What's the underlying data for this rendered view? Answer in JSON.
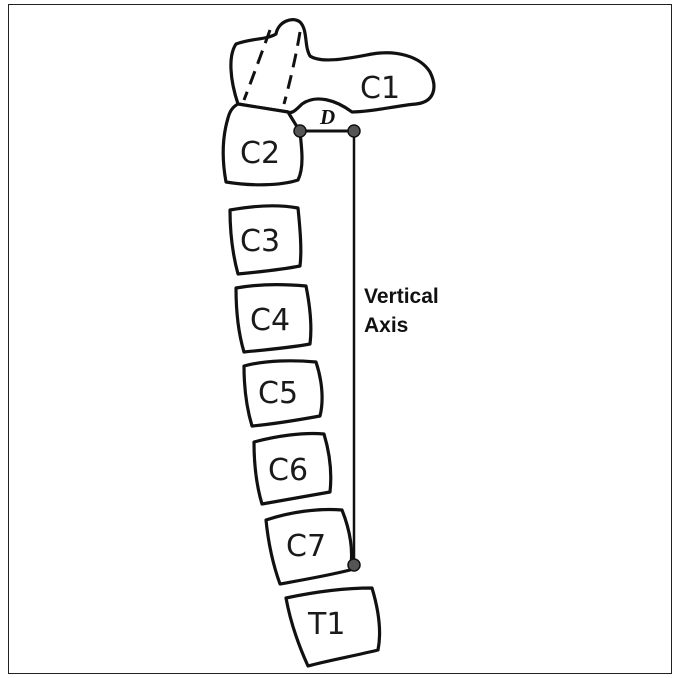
{
  "diagram": {
    "vertebrae": [
      {
        "id": "c1",
        "label": "C1"
      },
      {
        "id": "c2",
        "label": "C2"
      },
      {
        "id": "c3",
        "label": "C3"
      },
      {
        "id": "c4",
        "label": "C4"
      },
      {
        "id": "c5",
        "label": "C5"
      },
      {
        "id": "c6",
        "label": "C6"
      },
      {
        "id": "c7",
        "label": "C7"
      },
      {
        "id": "t1",
        "label": "T1"
      }
    ],
    "distance_label": "D",
    "axis_label_line1": "Vertical",
    "axis_label_line2": "Axis",
    "colors": {
      "outline": "#111111",
      "marker": "#555555",
      "background": "#ffffff"
    }
  }
}
